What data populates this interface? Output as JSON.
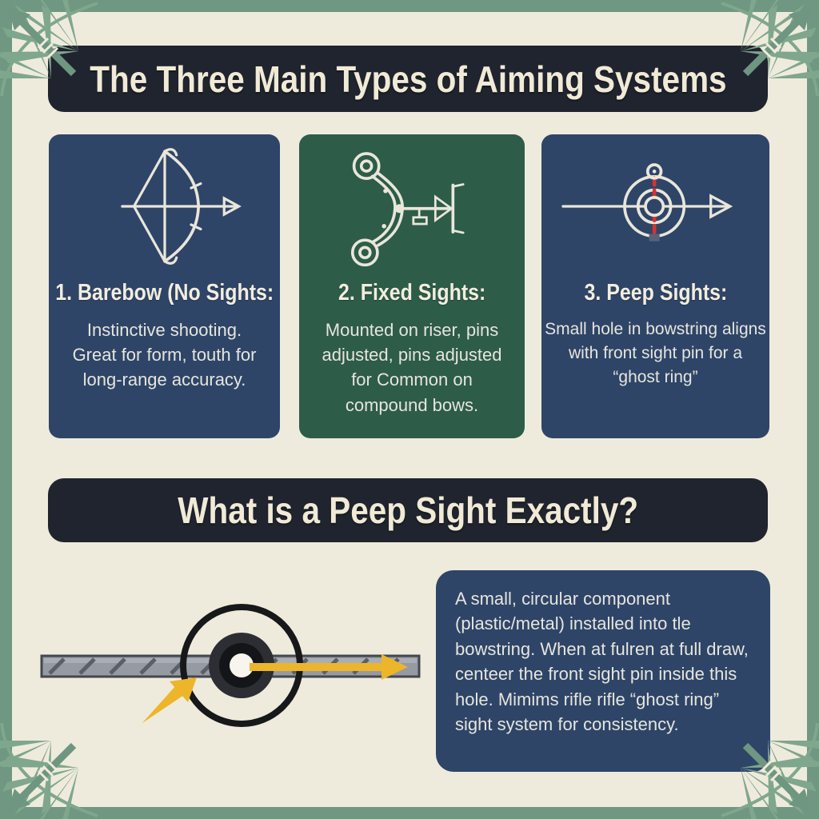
{
  "colors": {
    "background": "#EFEBDC",
    "frame_green": "#6F9781",
    "ornament_green": "#7FA78D",
    "banner_bg": "#20242E",
    "banner_text": "#F0EAD6",
    "card_navy": "#2E4568",
    "card_green": "#2D5C49",
    "accent_red": "#D6342E",
    "accent_yellow": "#EDB52A",
    "rope_gray": "#959AA3",
    "ring_black": "#17181A"
  },
  "header_primary": {
    "title": "The Three Main Types of Aiming Systems"
  },
  "aiming_cards": [
    {
      "icon": "recurve-bow-icon",
      "title": "1. Barebow (No Sights:",
      "body": "Instinctive shooting. Great for form, touth for long-range accuracy."
    },
    {
      "icon": "compound-bow-sight-icon",
      "title": "2. Fixed Sights:",
      "body": "Mounted on riser, pins adjusted, pins adjusted for Common on compound bows."
    },
    {
      "icon": "peep-sight-icon",
      "title": "3. Peep Sights:",
      "body": "Small hole in bowstring aligns with front sight pin for a “ghost ring”"
    }
  ],
  "header_secondary": {
    "title": "What is a Peep Sight Exactly?"
  },
  "peep_detail": {
    "body": "A small, circular component (plastic/metal) installed into tle bowstring. When at fulren at full draw, centeer the front sight pin inside this hole. Mimims rifle rifle “ghost ring” sight system for consistency."
  }
}
